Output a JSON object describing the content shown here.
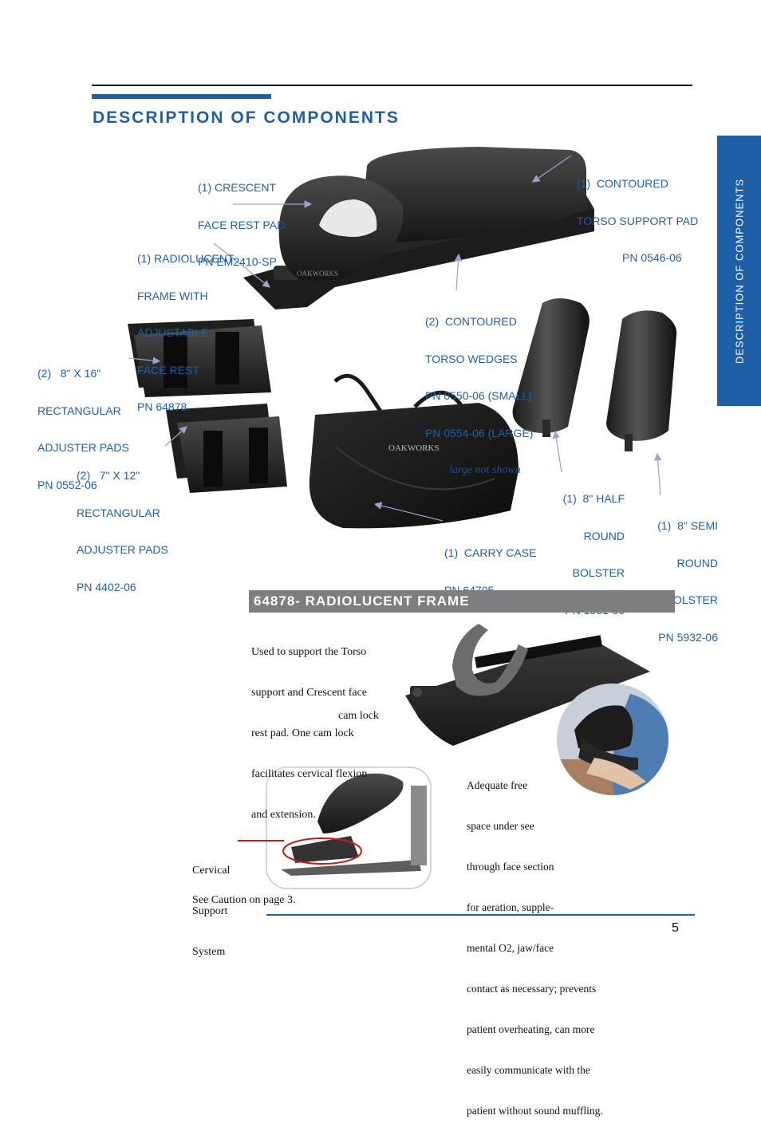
{
  "header": {
    "title": "DESCRIPTION OF COMPONENTS",
    "side_tab": "DESCRIPTION OF COMPONENTS"
  },
  "components": {
    "crescent": [
      "(1) CRESCENT",
      "FACE REST PAD",
      "PN EM2410-SP"
    ],
    "contoured_torso": [
      "(1)  CONTOURED",
      "TORSO SUPPORT PAD",
      "PN 0546-06"
    ],
    "radiolucent_frame": [
      "(1) RADIOLUCENT",
      "FRAME WITH",
      "ADJUSTABLE",
      "FACE REST",
      "PN 64878"
    ],
    "torso_wedges": [
      "(2)  CONTOURED",
      "TORSO WEDGES",
      "PN 0550-06 (SMALL)",
      "PN 0554-06 (LARGE)"
    ],
    "torso_wedges_note": "large not shown",
    "pads_8x16": [
      "(2)   8\" X 16\"",
      "RECTANGULAR",
      "ADJUSTER PADS",
      "PN 0552-06"
    ],
    "pads_7x12": [
      "(2)   7\" X 12\"",
      "RECTANGULAR",
      "ADJUSTER PADS",
      "PN 4402-06"
    ],
    "half_round": [
      "(1)  8\" HALF",
      "ROUND",
      "BOLSTER",
      "PN 1581-06"
    ],
    "semi_round": [
      "(1)  8\" SEMI",
      "ROUND",
      "BOLSTER",
      "PN 5932-06"
    ],
    "carry_case": [
      "(1)  CARRY CASE",
      "PN 64705"
    ]
  },
  "section": {
    "banner": "64878- RADIOLUCENT FRAME",
    "description": [
      "Used to support the Torso",
      "support and Crescent face",
      "rest pad. One cam lock",
      "facilitates cervical flexion",
      "and extension."
    ],
    "cam_lock": "cam lock",
    "free_space": [
      "Adequate free",
      "space under see",
      "through face section",
      "for aeration, supple-",
      "mental O2, jaw/face",
      "contact as necessary; prevents",
      "patient overheating, can more",
      "easily communicate with the",
      "patient without sound muffling."
    ],
    "cervical": [
      "Cervical",
      "Support",
      "System"
    ],
    "caution": "See Caution on page 3."
  },
  "bag_logo": "OAKWORKS",
  "page_number": "5",
  "colors": {
    "brand_blue": "#1f5fa8",
    "banner_gray": "#7d7e80",
    "callout_red": "#d01818"
  }
}
